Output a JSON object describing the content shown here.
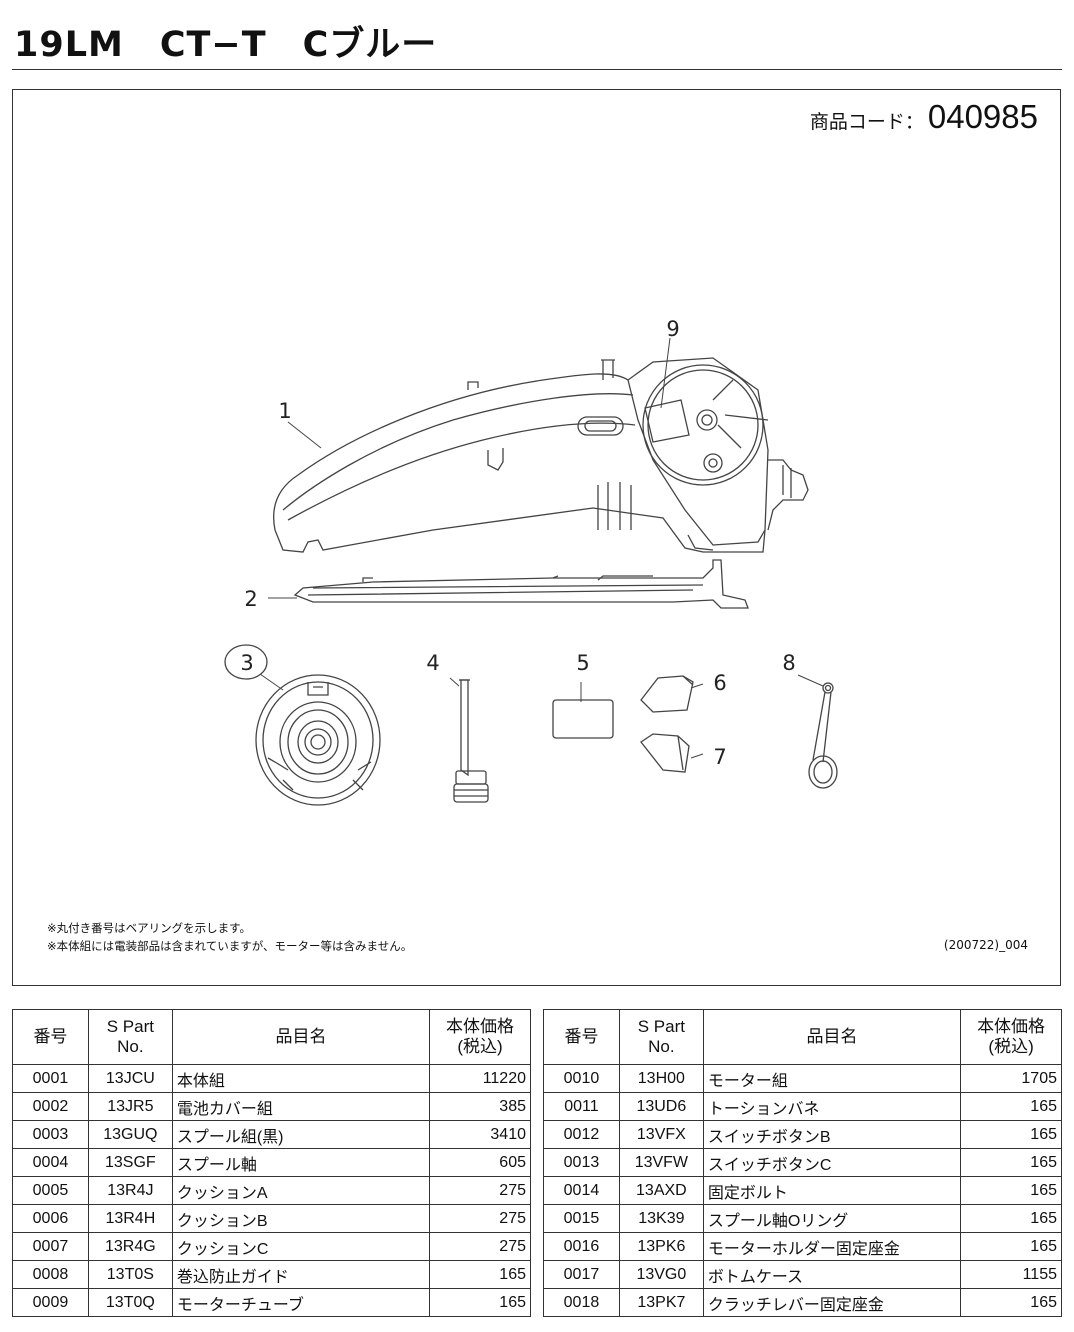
{
  "header": {
    "title": "19LM　CT−T　Cブルー"
  },
  "diagram": {
    "product_code_label": "商品コード：",
    "product_code": "040985",
    "callouts": [
      "1",
      "2",
      "3",
      "4",
      "5",
      "6",
      "7",
      "8",
      "9"
    ],
    "notes": [
      "※丸付き番号はベアリングを示します。",
      "※本体組には電装部品は含まれていますが、モーター等は含みません。"
    ],
    "revision": "(200722)_004"
  },
  "table": {
    "headers": {
      "number": "番号",
      "part_no_line1": "S Part",
      "part_no_line2": "No.",
      "name": "品目名",
      "price_line1": "本体価格",
      "price_line2": "(税込)"
    },
    "left_rows": [
      {
        "no": "0001",
        "part": "13JCU",
        "name": "本体組",
        "price": "11220"
      },
      {
        "no": "0002",
        "part": "13JR5",
        "name": "電池カバー組",
        "price": "385"
      },
      {
        "no": "0003",
        "part": "13GUQ",
        "name": "スプール組(黒)",
        "price": "3410"
      },
      {
        "no": "0004",
        "part": "13SGF",
        "name": "スプール軸",
        "price": "605"
      },
      {
        "no": "0005",
        "part": "13R4J",
        "name": "クッションA",
        "price": "275"
      },
      {
        "no": "0006",
        "part": "13R4H",
        "name": "クッションB",
        "price": "275"
      },
      {
        "no": "0007",
        "part": "13R4G",
        "name": "クッションC",
        "price": "275"
      },
      {
        "no": "0008",
        "part": "13T0S",
        "name": "巻込防止ガイド",
        "price": "165"
      },
      {
        "no": "0009",
        "part": "13T0Q",
        "name": "モーターチューブ",
        "price": "165"
      }
    ],
    "right_rows": [
      {
        "no": "0010",
        "part": "13H00",
        "name": "モーター組",
        "price": "1705"
      },
      {
        "no": "0011",
        "part": "13UD6",
        "name": "トーションバネ",
        "price": "165"
      },
      {
        "no": "0012",
        "part": "13VFX",
        "name": "スイッチボタンB",
        "price": "165"
      },
      {
        "no": "0013",
        "part": "13VFW",
        "name": "スイッチボタンC",
        "price": "165"
      },
      {
        "no": "0014",
        "part": "13AXD",
        "name": "固定ボルト",
        "price": "165"
      },
      {
        "no": "0015",
        "part": "13K39",
        "name": "スプール軸Oリング",
        "price": "165"
      },
      {
        "no": "0016",
        "part": "13PK6",
        "name": "モーターホルダー固定座金",
        "price": "165"
      },
      {
        "no": "0017",
        "part": "13VG0",
        "name": "ボトムケース",
        "price": "1155"
      },
      {
        "no": "0018",
        "part": "13PK7",
        "name": "クラッチレバー固定座金",
        "price": "165"
      }
    ]
  }
}
